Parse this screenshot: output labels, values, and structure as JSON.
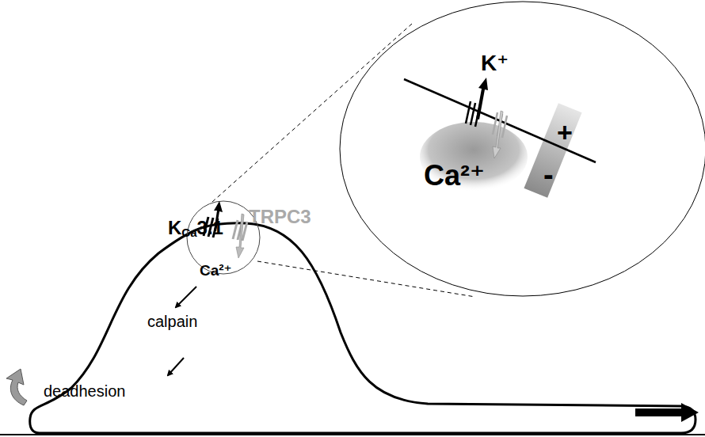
{
  "diagram": {
    "labels": [
      "K",
      "Ca",
      "3.1",
      "TRPC3",
      "Ca²⁺",
      "calpain",
      "deadhesion",
      "K⁺",
      "Ca²⁺",
      "+",
      "-"
    ]
  }
}
